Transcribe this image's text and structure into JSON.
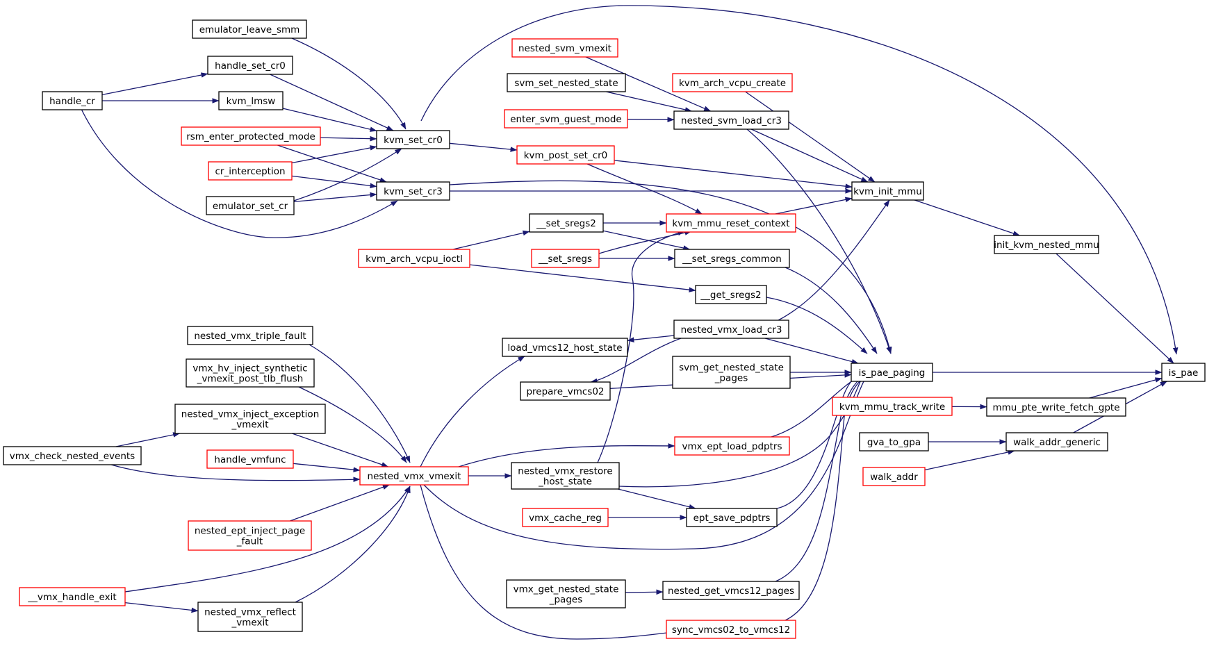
{
  "colors": {
    "edge": "#191970",
    "border_default": "#000000",
    "border_truncated": "#ff0000",
    "focus_fill": "#bfbfbf",
    "background": "#ffffff"
  },
  "nodes": {
    "is_pae": {
      "lines": [
        "is_pae"
      ],
      "border": "black",
      "focus": true
    },
    "is_pae_paging": {
      "lines": [
        "is_pae_paging"
      ],
      "border": "black"
    },
    "init_kvm_nested_mmu": {
      "lines": [
        "init_kvm_nested_mmu"
      ],
      "border": "black"
    },
    "kvm_init_mmu": {
      "lines": [
        "kvm_init_mmu"
      ],
      "border": "black"
    },
    "mmu_pte_write_fetch_gpte": {
      "lines": [
        "mmu_pte_write_fetch_gpte"
      ],
      "border": "black"
    },
    "walk_addr_generic": {
      "lines": [
        "walk_addr_generic"
      ],
      "border": "black"
    },
    "kvm_set_cr0": {
      "lines": [
        "kvm_set_cr0"
      ],
      "border": "black"
    },
    "kvm_set_cr3": {
      "lines": [
        "kvm_set_cr3"
      ],
      "border": "black"
    },
    "nested_svm_load_cr3": {
      "lines": [
        "nested_svm_load_cr3"
      ],
      "border": "black"
    },
    "kvm_post_set_cr0": {
      "lines": [
        "kvm_post_set_cr0"
      ],
      "border": "red"
    },
    "kvm_mmu_reset_context": {
      "lines": [
        "kvm_mmu_reset_context"
      ],
      "border": "red"
    },
    "kvm_arch_vcpu_create": {
      "lines": [
        "kvm_arch_vcpu_create"
      ],
      "border": "red"
    },
    "nested_svm_vmexit": {
      "lines": [
        "nested_svm_vmexit"
      ],
      "border": "red"
    },
    "svm_set_nested_state": {
      "lines": [
        "svm_set_nested_state"
      ],
      "border": "black"
    },
    "enter_svm_guest_mode": {
      "lines": [
        "enter_svm_guest_mode"
      ],
      "border": "red"
    },
    "emulator_leave_smm": {
      "lines": [
        "emulator_leave_smm"
      ],
      "border": "black"
    },
    "handle_set_cr0": {
      "lines": [
        "handle_set_cr0"
      ],
      "border": "black"
    },
    "handle_cr": {
      "lines": [
        "handle_cr"
      ],
      "border": "black"
    },
    "kvm_lmsw": {
      "lines": [
        "kvm_lmsw"
      ],
      "border": "black"
    },
    "rsm_enter_protected_mode": {
      "lines": [
        "rsm_enter_protected_mode"
      ],
      "border": "red"
    },
    "cr_interception": {
      "lines": [
        "cr_interception"
      ],
      "border": "red"
    },
    "emulator_set_cr": {
      "lines": [
        "emulator_set_cr"
      ],
      "border": "black"
    },
    "__set_sregs2": {
      "lines": [
        "__set_sregs2"
      ],
      "border": "black"
    },
    "__set_sregs": {
      "lines": [
        "__set_sregs"
      ],
      "border": "red"
    },
    "__set_sregs_common": {
      "lines": [
        "__set_sregs_common"
      ],
      "border": "black"
    },
    "kvm_arch_vcpu_ioctl": {
      "lines": [
        "kvm_arch_vcpu_ioctl"
      ],
      "border": "red"
    },
    "__get_sregs2": {
      "lines": [
        "__get_sregs2"
      ],
      "border": "black"
    },
    "nested_vmx_load_cr3": {
      "lines": [
        "nested_vmx_load_cr3"
      ],
      "border": "black"
    },
    "load_vmcs12_host_state": {
      "lines": [
        "load_vmcs12_host_state"
      ],
      "border": "black"
    },
    "prepare_vmcs02": {
      "lines": [
        "prepare_vmcs02"
      ],
      "border": "black"
    },
    "svm_get_nested_state_pages": {
      "lines": [
        "svm_get_nested_state",
        "_pages"
      ],
      "border": "black"
    },
    "kvm_mmu_track_write": {
      "lines": [
        "kvm_mmu_track_write"
      ],
      "border": "red"
    },
    "gva_to_gpa": {
      "lines": [
        "gva_to_gpa"
      ],
      "border": "black"
    },
    "walk_addr": {
      "lines": [
        "walk_addr"
      ],
      "border": "red"
    },
    "vmx_ept_load_pdptrs": {
      "lines": [
        "vmx_ept_load_pdptrs"
      ],
      "border": "red"
    },
    "nested_vmx_vmexit": {
      "lines": [
        "nested_vmx_vmexit"
      ],
      "border": "red"
    },
    "nested_vmx_restore_host_state": {
      "lines": [
        "nested_vmx_restore",
        "_host_state"
      ],
      "border": "black"
    },
    "vmx_cache_reg": {
      "lines": [
        "vmx_cache_reg"
      ],
      "border": "red"
    },
    "ept_save_pdptrs": {
      "lines": [
        "ept_save_pdptrs"
      ],
      "border": "black"
    },
    "nested_vmx_triple_fault": {
      "lines": [
        "nested_vmx_triple_fault"
      ],
      "border": "black"
    },
    "vmx_hv_inject_synthetic_vmexit_post_tlb_flush": {
      "lines": [
        "vmx_hv_inject_synthetic",
        "_vmexit_post_tlb_flush"
      ],
      "border": "black"
    },
    "nested_vmx_inject_exception_vmexit": {
      "lines": [
        "nested_vmx_inject_exception",
        "_vmexit"
      ],
      "border": "black"
    },
    "vmx_check_nested_events": {
      "lines": [
        "vmx_check_nested_events"
      ],
      "border": "black"
    },
    "handle_vmfunc": {
      "lines": [
        "handle_vmfunc"
      ],
      "border": "red"
    },
    "nested_ept_inject_page_fault": {
      "lines": [
        "nested_ept_inject_page",
        "_fault"
      ],
      "border": "red"
    },
    "__vmx_handle_exit": {
      "lines": [
        "__vmx_handle_exit"
      ],
      "border": "red"
    },
    "nested_vmx_reflect_vmexit": {
      "lines": [
        "nested_vmx_reflect",
        "_vmexit"
      ],
      "border": "black"
    },
    "vmx_get_nested_state_pages": {
      "lines": [
        "vmx_get_nested_state",
        "_pages"
      ],
      "border": "black"
    },
    "nested_get_vmcs12_pages": {
      "lines": [
        "nested_get_vmcs12_pages"
      ],
      "border": "black"
    },
    "sync_vmcs02_to_vmcs12": {
      "lines": [
        "sync_vmcs02_to_vmcs12"
      ],
      "border": "red"
    }
  },
  "edges": [
    [
      "is_pae_paging",
      "is_pae"
    ],
    [
      "init_kvm_nested_mmu",
      "is_pae"
    ],
    [
      "kvm_set_cr0",
      "is_pae"
    ],
    [
      "mmu_pte_write_fetch_gpte",
      "is_pae"
    ],
    [
      "walk_addr_generic",
      "is_pae"
    ],
    [
      "kvm_init_mmu",
      "init_kvm_nested_mmu"
    ],
    [
      "kvm_mmu_track_write",
      "mmu_pte_write_fetch_gpte"
    ],
    [
      "gva_to_gpa",
      "walk_addr_generic"
    ],
    [
      "walk_addr",
      "walk_addr_generic"
    ],
    [
      "kvm_post_set_cr0",
      "kvm_init_mmu"
    ],
    [
      "kvm_set_cr3",
      "kvm_init_mmu"
    ],
    [
      "nested_svm_load_cr3",
      "kvm_init_mmu"
    ],
    [
      "kvm_arch_vcpu_create",
      "kvm_init_mmu"
    ],
    [
      "kvm_mmu_reset_context",
      "kvm_init_mmu"
    ],
    [
      "nested_vmx_load_cr3",
      "kvm_init_mmu"
    ],
    [
      "nested_svm_vmexit",
      "nested_svm_load_cr3"
    ],
    [
      "svm_set_nested_state",
      "nested_svm_load_cr3"
    ],
    [
      "enter_svm_guest_mode",
      "nested_svm_load_cr3"
    ],
    [
      "kvm_set_cr0",
      "kvm_post_set_cr0"
    ],
    [
      "kvm_post_set_cr0",
      "kvm_mmu_reset_context"
    ],
    [
      "emulator_leave_smm",
      "kvm_set_cr0"
    ],
    [
      "handle_set_cr0",
      "kvm_set_cr0"
    ],
    [
      "kvm_lmsw",
      "kvm_set_cr0"
    ],
    [
      "rsm_enter_protected_mode",
      "kvm_set_cr0"
    ],
    [
      "cr_interception",
      "kvm_set_cr0"
    ],
    [
      "emulator_set_cr",
      "kvm_set_cr0"
    ],
    [
      "handle_cr",
      "handle_set_cr0"
    ],
    [
      "handle_cr",
      "kvm_lmsw"
    ],
    [
      "handle_cr",
      "kvm_set_cr3"
    ],
    [
      "rsm_enter_protected_mode",
      "kvm_set_cr3"
    ],
    [
      "cr_interception",
      "kvm_set_cr3"
    ],
    [
      "emulator_set_cr",
      "kvm_set_cr3"
    ],
    [
      "__set_sregs2",
      "kvm_mmu_reset_context"
    ],
    [
      "__set_sregs",
      "kvm_mmu_reset_context"
    ],
    [
      "nested_vmx_restore_host_state",
      "kvm_mmu_reset_context"
    ],
    [
      "kvm_arch_vcpu_ioctl",
      "__set_sregs2"
    ],
    [
      "__set_sregs2",
      "__set_sregs_common"
    ],
    [
      "__set_sregs",
      "__set_sregs_common"
    ],
    [
      "kvm_arch_vcpu_ioctl",
      "__get_sregs2"
    ],
    [
      "nested_vmx_load_cr3",
      "load_vmcs12_host_state"
    ],
    [
      "nested_vmx_load_cr3",
      "prepare_vmcs02"
    ],
    [
      "nested_vmx_vmexit",
      "load_vmcs12_host_state"
    ],
    [
      "kvm_set_cr3",
      "is_pae_paging"
    ],
    [
      "nested_svm_load_cr3",
      "is_pae_paging"
    ],
    [
      "__set_sregs_common",
      "is_pae_paging"
    ],
    [
      "__get_sregs2",
      "is_pae_paging"
    ],
    [
      "nested_vmx_load_cr3",
      "is_pae_paging"
    ],
    [
      "svm_get_nested_state_pages",
      "is_pae_paging"
    ],
    [
      "prepare_vmcs02",
      "is_pae_paging"
    ],
    [
      "vmx_ept_load_pdptrs",
      "is_pae_paging"
    ],
    [
      "nested_vmx_restore_host_state",
      "is_pae_paging"
    ],
    [
      "ept_save_pdptrs",
      "is_pae_paging"
    ],
    [
      "nested_vmx_vmexit",
      "is_pae_paging"
    ],
    [
      "nested_get_vmcs12_pages",
      "is_pae_paging"
    ],
    [
      "sync_vmcs02_to_vmcs12",
      "is_pae_paging"
    ],
    [
      "nested_vmx_vmexit",
      "vmx_ept_load_pdptrs"
    ],
    [
      "nested_vmx_vmexit",
      "nested_vmx_restore_host_state"
    ],
    [
      "nested_vmx_restore_host_state",
      "ept_save_pdptrs"
    ],
    [
      "vmx_cache_reg",
      "ept_save_pdptrs"
    ],
    [
      "vmx_get_nested_state_pages",
      "nested_get_vmcs12_pages"
    ],
    [
      "nested_vmx_vmexit",
      "sync_vmcs02_to_vmcs12"
    ],
    [
      "nested_vmx_triple_fault",
      "nested_vmx_vmexit"
    ],
    [
      "vmx_hv_inject_synthetic_vmexit_post_tlb_flush",
      "nested_vmx_vmexit"
    ],
    [
      "nested_vmx_inject_exception_vmexit",
      "nested_vmx_vmexit"
    ],
    [
      "vmx_check_nested_events",
      "nested_vmx_vmexit"
    ],
    [
      "handle_vmfunc",
      "nested_vmx_vmexit"
    ],
    [
      "nested_ept_inject_page_fault",
      "nested_vmx_vmexit"
    ],
    [
      "__vmx_handle_exit",
      "nested_vmx_vmexit"
    ],
    [
      "nested_vmx_reflect_vmexit",
      "nested_vmx_vmexit"
    ],
    [
      "vmx_check_nested_events",
      "nested_vmx_inject_exception_vmexit"
    ],
    [
      "__vmx_handle_exit",
      "nested_vmx_reflect_vmexit"
    ]
  ]
}
